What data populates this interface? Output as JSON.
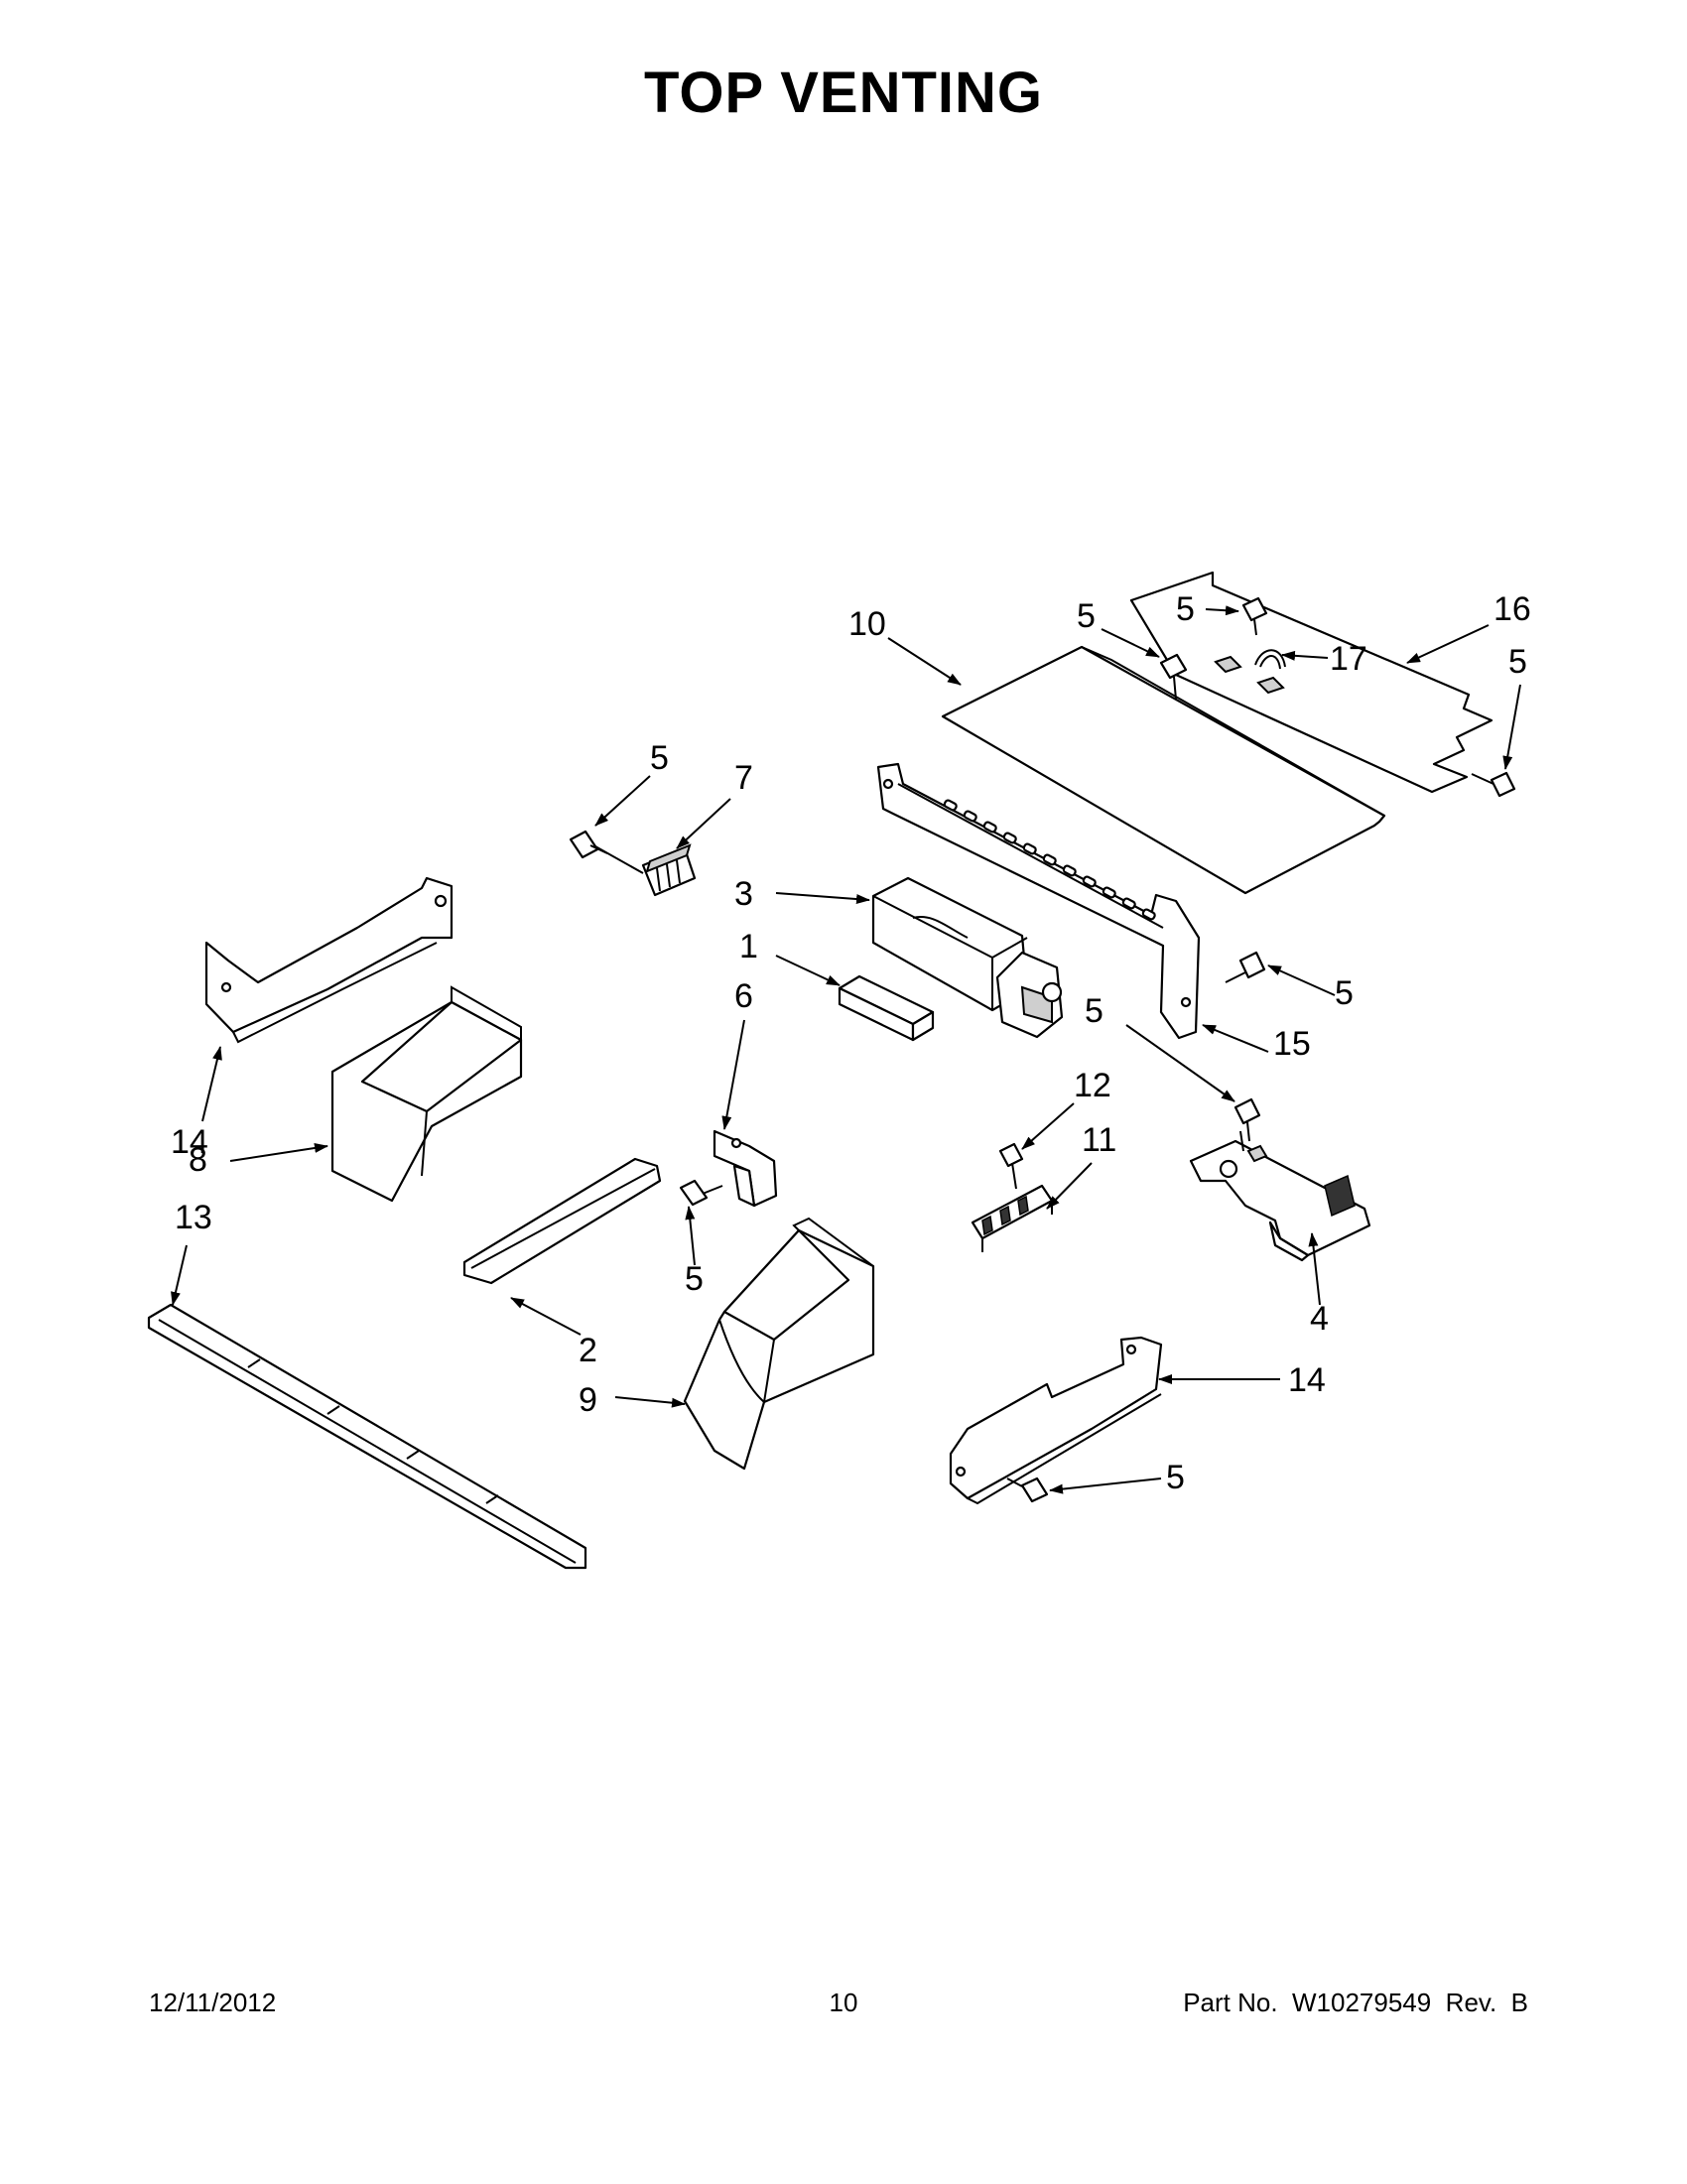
{
  "page": {
    "title": "TOP  VENTING",
    "footer": {
      "date": "12/11/2012",
      "page_number": "10",
      "part_number": "Part No.  W10279549  Rev.  B"
    }
  },
  "callouts": [
    {
      "id": "c10",
      "label": "10"
    },
    {
      "id": "c5a",
      "label": "5"
    },
    {
      "id": "c5b",
      "label": "5"
    },
    {
      "id": "c16",
      "label": "16"
    },
    {
      "id": "c17",
      "label": "17"
    },
    {
      "id": "c5c",
      "label": "5"
    },
    {
      "id": "c5d",
      "label": "5"
    },
    {
      "id": "c7",
      "label": "7"
    },
    {
      "id": "c3",
      "label": "3"
    },
    {
      "id": "c1",
      "label": "1"
    },
    {
      "id": "c6",
      "label": "6"
    },
    {
      "id": "c5e",
      "label": "5"
    },
    {
      "id": "c15",
      "label": "15"
    },
    {
      "id": "c5f",
      "label": "5"
    },
    {
      "id": "c12",
      "label": "12"
    },
    {
      "id": "c11",
      "label": "11"
    },
    {
      "id": "c14a",
      "label": "14"
    },
    {
      "id": "c8",
      "label": "8"
    },
    {
      "id": "c13",
      "label": "13"
    },
    {
      "id": "c5g",
      "label": "5"
    },
    {
      "id": "c2",
      "label": "2"
    },
    {
      "id": "c9",
      "label": "9"
    },
    {
      "id": "c4",
      "label": "4"
    },
    {
      "id": "c14b",
      "label": "14"
    },
    {
      "id": "c5h",
      "label": "5"
    }
  ]
}
